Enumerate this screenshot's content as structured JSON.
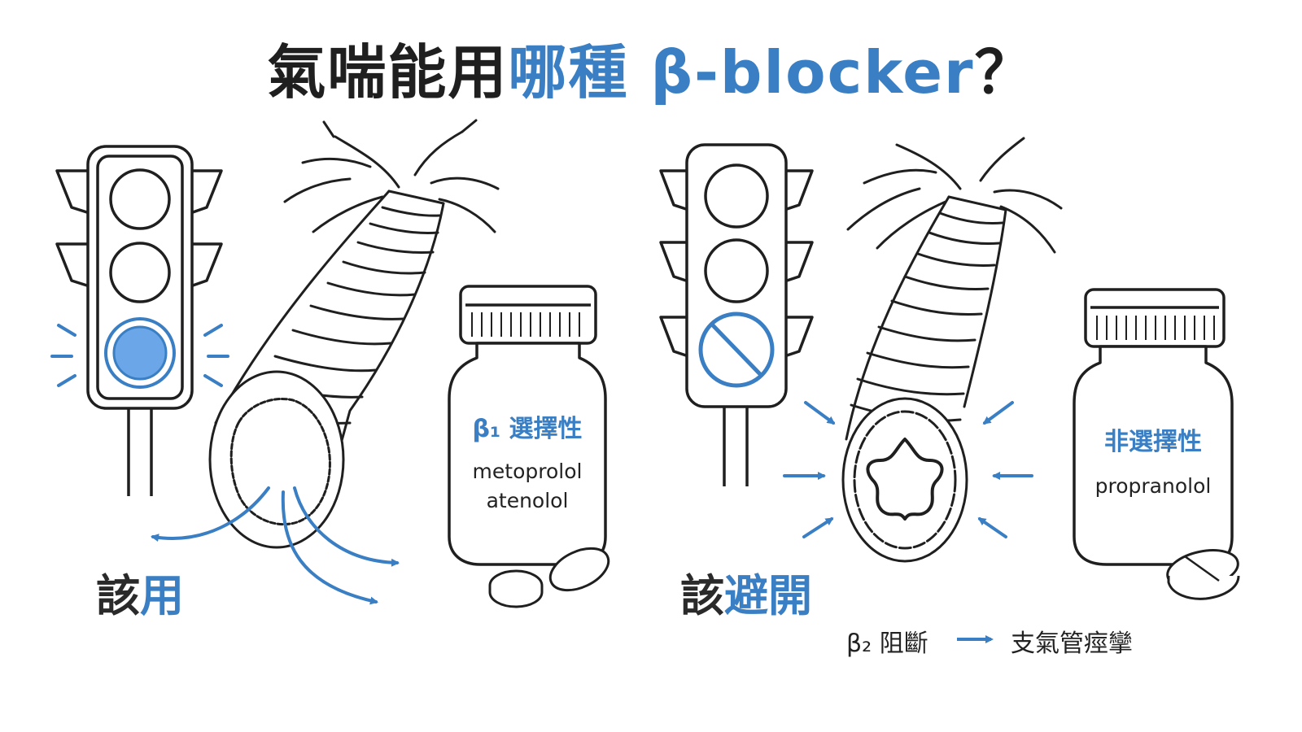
{
  "title": {
    "lead": "氣喘能用",
    "accent": "哪種 β-blocker",
    "tail": "？"
  },
  "left_panel": {
    "verdict_lead": "該",
    "verdict_accent": "用",
    "bottle_heading": "β₁ 選擇性",
    "drugs": [
      "metoprolol",
      "atenolol"
    ],
    "light_state": "go"
  },
  "right_panel": {
    "verdict_lead": "該",
    "verdict_accent": "避開",
    "bottle_heading": "非選擇性",
    "drugs": [
      "propranolol"
    ],
    "light_state": "prohibited",
    "note_cause": "β₂ 阻斷",
    "note_effect": "支氣管痙攣"
  },
  "colors": {
    "accent": "#3a7fc4",
    "light_fill": "#6aa6e8",
    "ink": "#1f1f1f"
  },
  "icons": [
    "traffic-light-icon",
    "bronchus-icon",
    "pill-bottle-icon",
    "pill-icon",
    "prohibited-icon",
    "arrow-icon"
  ]
}
